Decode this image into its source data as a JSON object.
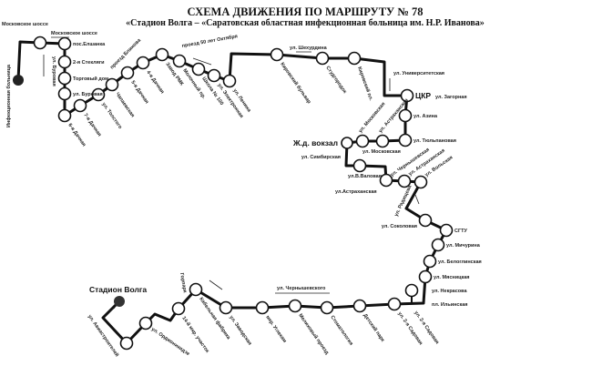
{
  "header": {
    "title": "СХЕМА ДВИЖЕНИЯ ПО МАРШРУТУ № 78",
    "subtitle": "«Стадион Волга – «Саратовская областная инфекционная больница им. Н.Р. Иванова»"
  },
  "termini": {
    "start": "Стадион Волга",
    "end": "Инфекционная больница",
    "station": "Ж.д. вокзал",
    "ckr": "ЦКР"
  },
  "stops": [
    "Московское шоссе",
    "пос.Елшанка",
    "2-я Стекляги",
    "Торговый дом",
    "ул. Буровая",
    "6-я Дачная",
    "7-я Дачная",
    "ул. Толстого",
    "Чапаевская",
    "5-я Дачная",
    "4-я Дачная",
    "Завод РМК",
    "Молочный пр.",
    "Школа № 100",
    "ул. Электронная",
    "ул. Ленина",
    "Кировский бульвар",
    "Студгородок",
    "Кировский пл.",
    "ул. Загорная",
    "ул. Азина",
    "ул. Тюльпановая",
    "ул. Астраханская",
    "ул. Московская",
    "ул. Симбирская",
    "ул.В.Валовая",
    "ул. Чернышевская",
    "ул. Астраханская",
    "ул. Вольская",
    "ул. Соколовая",
    "СГТУ",
    "ул. Мичурина",
    "ул. Белоглинская",
    "ул. Мясницкая",
    "ул. Некрасова",
    "ул. 2-я Садовая",
    "Детский парк",
    "Стоматология",
    "Мелиховый проезд",
    "мкр. Углекам",
    "ул. Заводская",
    "Кабельная фабрика",
    "14-й мкр. участок",
    "ул. Орджоникидзе",
    "ул. Авиастроителей"
  ],
  "street_labels": [
    "Московское шоссе",
    "ул. Буровая",
    "проезд Блинова",
    "проезд 50 лет Октября",
    "ул. Шехурдина",
    "ул. Университетская",
    "ул. Московская",
    "ул.Астраханская",
    "ул. Радищева",
    "ул. Чернышевского",
    "Горпарк",
    "ул. 2-я Садовая",
    "пл. Ильинская"
  ]
}
